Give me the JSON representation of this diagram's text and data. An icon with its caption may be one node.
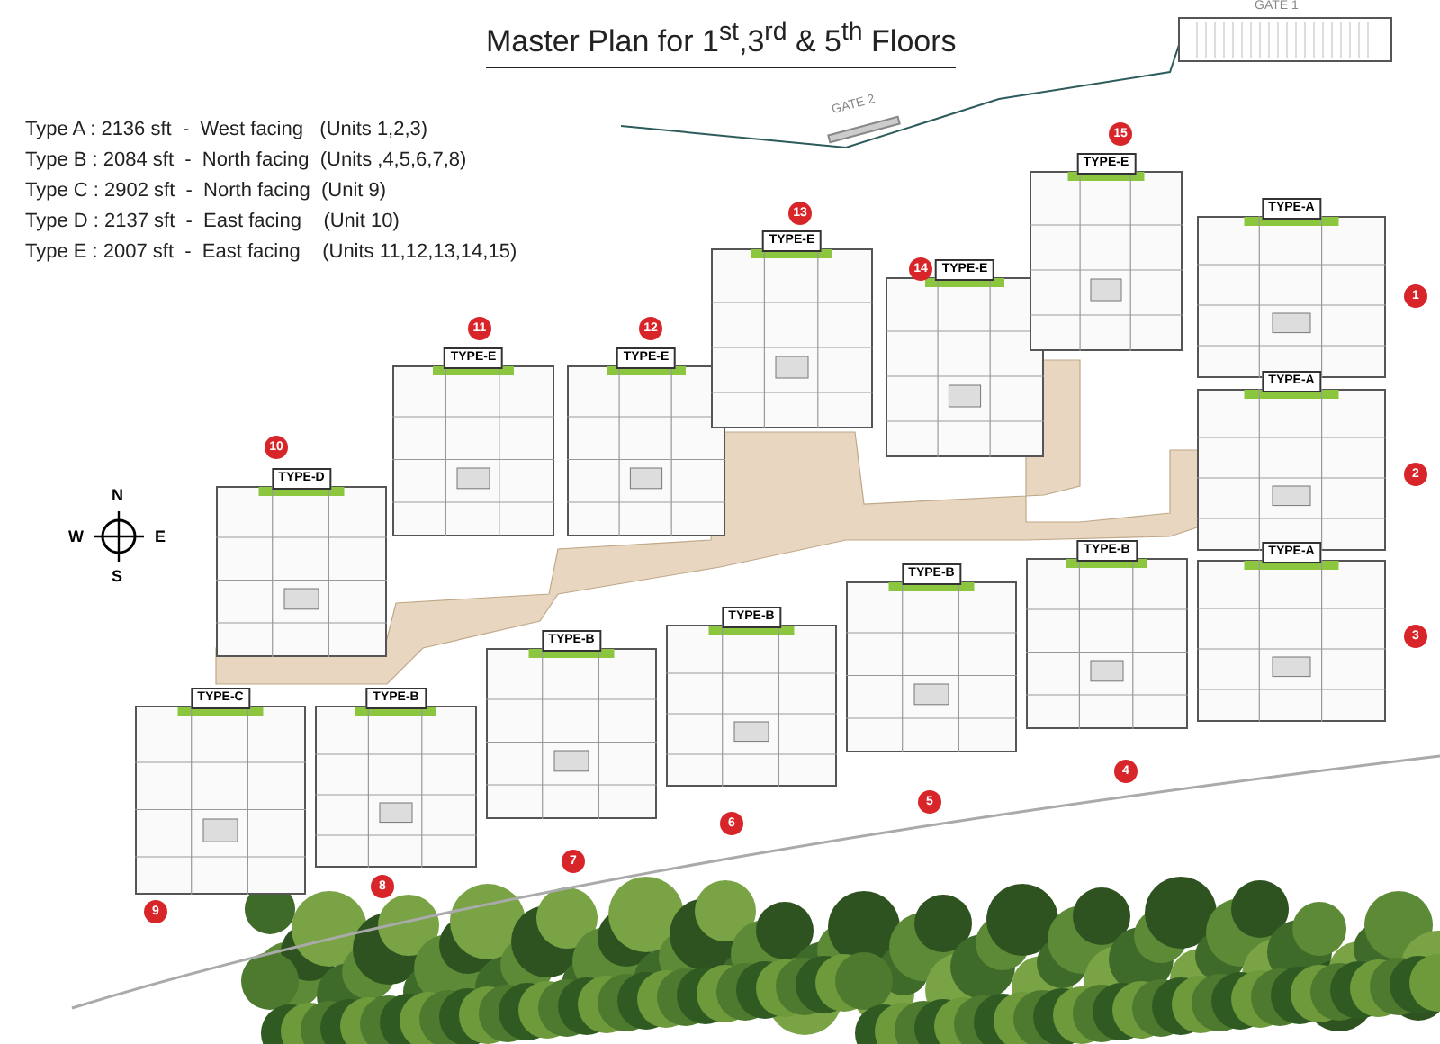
{
  "diagram": {
    "title": "Master Plan for 1$^{st}$,3$^{rd}$ & 5$^{th}$ Floors",
    "nodes": [
      {
        "text": [
          "TYPE-A"
        ],
        "beside": [
          "1"
        ]
      },
      {
        "text": [
          "TYPE-A"
        ],
        "beside": [
          "2"
        ]
      },
      {
        "text": [
          "TYPE-A"
        ],
        "beside": [
          "3"
        ]
      },
      {
        "text": [
          "TYPE-B"
        ],
        "beside": [
          "4"
        ]
      },
      {
        "text": [
          "TYPE-B"
        ],
        "beside": [
          "5"
        ]
      },
      {
        "text": [
          "TYPE-B"
        ],
        "beside": [
          "6"
        ]
      },
      {
        "text": [
          "TYPE-B"
        ],
        "beside": [
          "7"
        ]
      },
      {
        "text": [
          "TYPE-B"
        ],
        "beside": [
          "8"
        ]
      },
      {
        "text": [
          "TYPE-C"
        ],
        "beside": [
          "9"
        ]
      },
      {
        "text": [
          "TYPE-D"
        ],
        "beside": [
          "10"
        ]
      },
      {
        "text": [
          "TYPE-E"
        ],
        "beside": [
          "11"
        ]
      },
      {
        "text": [
          "TYPE-E"
        ],
        "beside": [
          "12"
        ]
      },
      {
        "text": [
          "TYPE-E"
        ],
        "beside": [
          "13"
        ]
      },
      {
        "text": [
          "TYPE-E"
        ],
        "beside": [
          "14"
        ]
      },
      {
        "text": [
          "TYPE-E"
        ],
        "beside": [
          "15"
        ]
      }
    ],
    "edges": [],
    "labels": [
      "Type A : 2136 sft  -  West facing   (Units 1,2,3)",
      "Type B : 2084 sft  -  North facing  (Units ,4,5,6,7,8)",
      "Type C : 2902 sft  -  North facing  (Unit 9)",
      "Type D : 2137 sft  -  East facing    (Unit 10)",
      "Type E : 2007 sft  -  East facing    (Units 11,12,13,14,15)",
      "GATE 1",
      "GATE 2",
      "N",
      "W",
      "E",
      "S"
    ]
  }
}
